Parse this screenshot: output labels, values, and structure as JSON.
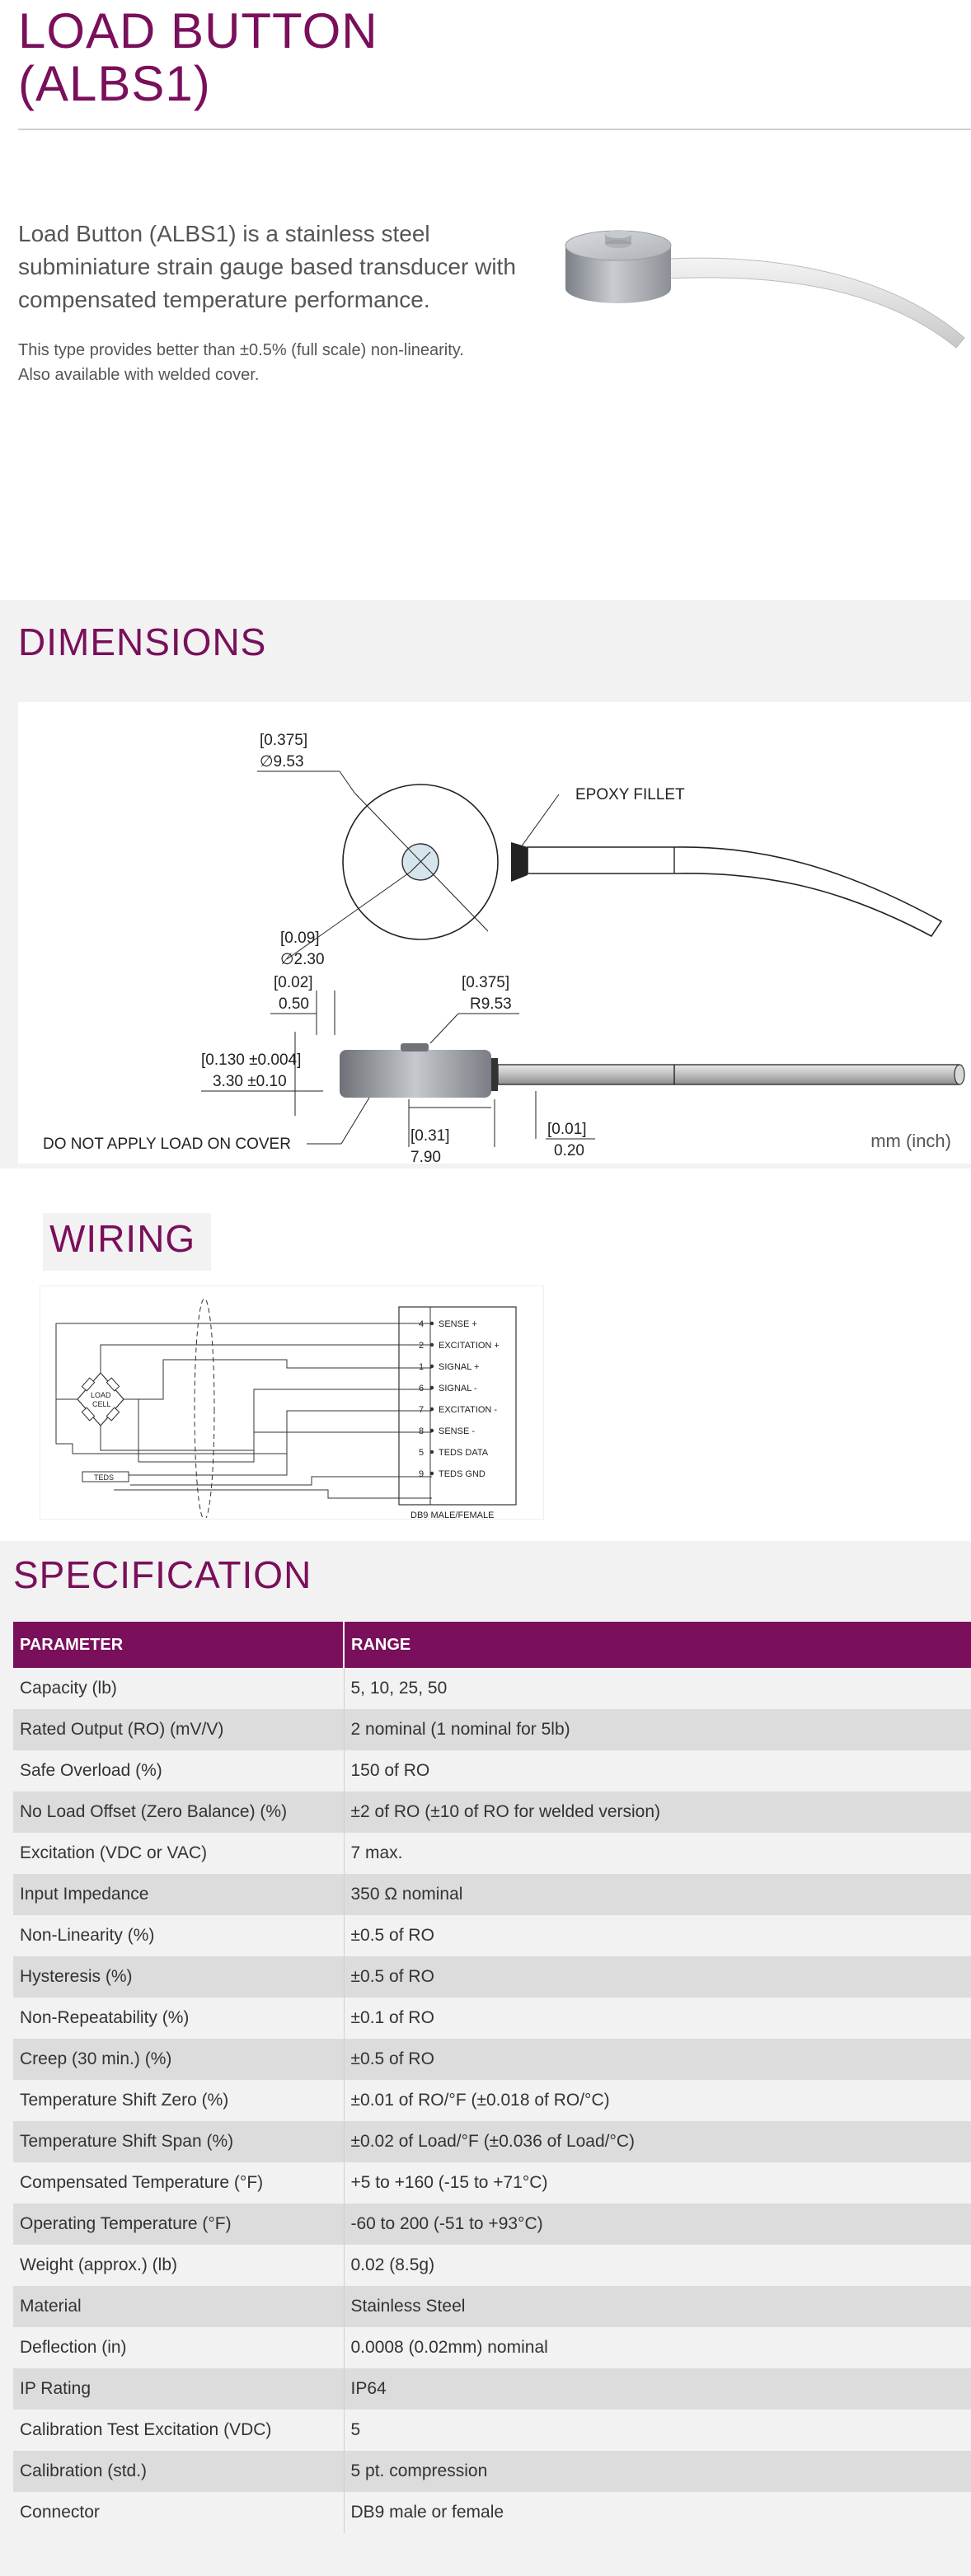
{
  "header": {
    "title_line1": "LOAD BUTTON",
    "title_line2": "(ALBS1)"
  },
  "intro": {
    "lead": "Load Button (ALBS1) is a stainless steel subminiature strain gauge based transducer with compensated temperature performance.",
    "detail_line1": "This type provides better than ±0.5% (full scale) non-linearity.",
    "detail_line2": "Also available with welded cover."
  },
  "dimensions": {
    "title": "DIMENSIONS",
    "units": "mm (inch)",
    "labels": {
      "outer_dia_in": "0.375",
      "outer_dia_mm": "∅9.53",
      "epoxy": "EPOXY FILLET",
      "button_dia_in": "0.09",
      "button_dia_mm": "∅2.30",
      "btn_h_in": "0.02",
      "btn_h_mm": "0.50",
      "radius_in": "0.375",
      "radius_mm": "R9.53",
      "height_in": "0.130 ±0.004",
      "height_mm": "3.30 ±0.10",
      "offset_in": "0.31",
      "offset_mm": "7.90",
      "cable_in": "0.01",
      "cable_mm": "0.20",
      "warning": "DO NOT APPLY LOAD ON COVER"
    }
  },
  "wiring": {
    "title": "WIRING",
    "cell_line1": "LOAD",
    "cell_line2": "CELL",
    "teds": "TEDS",
    "connector": "DB9 MALE/FEMALE",
    "pins": [
      {
        "num": "4",
        "label": "SENSE +"
      },
      {
        "num": "2",
        "label": "EXCITATION +"
      },
      {
        "num": "1",
        "label": "SIGNAL +"
      },
      {
        "num": "6",
        "label": "SIGNAL -"
      },
      {
        "num": "7",
        "label": "EXCITATION -"
      },
      {
        "num": "8",
        "label": "SENSE -"
      },
      {
        "num": "5",
        "label": "TEDS DATA"
      },
      {
        "num": "9",
        "label": "TEDS GND"
      }
    ]
  },
  "spec": {
    "title": "SPECIFICATION",
    "headers": [
      "PARAMETER",
      "RANGE"
    ],
    "rows": [
      [
        "Capacity (lb)",
        "5, 10, 25, 50"
      ],
      [
        "Rated Output (RO) (mV/V)",
        "2 nominal (1 nominal for 5lb)"
      ],
      [
        "Safe Overload (%)",
        "150 of RO"
      ],
      [
        "No Load Offset (Zero Balance) (%)",
        "±2 of RO (±10 of RO for welded version)"
      ],
      [
        "Excitation (VDC or VAC)",
        "7 max."
      ],
      [
        "Input Impedance",
        "350 Ω nominal"
      ],
      [
        "Non-Linearity (%)",
        "±0.5 of RO"
      ],
      [
        "Hysteresis (%)",
        "±0.5 of RO"
      ],
      [
        "Non-Repeatability (%)",
        "±0.1 of RO"
      ],
      [
        "Creep (30 min.) (%)",
        "±0.5 of RO"
      ],
      [
        "Temperature Shift Zero (%)",
        "±0.01 of RO/°F (±0.018 of RO/°C)"
      ],
      [
        "Temperature Shift Span (%)",
        "±0.02 of Load/°F (±0.036 of Load/°C)"
      ],
      [
        "Compensated Temperature (°F)",
        "+5 to +160 (-15 to +71°C)"
      ],
      [
        "Operating Temperature (°F)",
        "-60 to 200 (-51 to +93°C)"
      ],
      [
        "Weight (approx.) (lb)",
        "0.02 (8.5g)"
      ],
      [
        "Material",
        "Stainless Steel"
      ],
      [
        "Deflection (in)",
        "0.0008 (0.02mm) nominal"
      ],
      [
        "IP Rating",
        "IP64"
      ],
      [
        "Calibration Test Excitation (VDC)",
        "5"
      ],
      [
        "Calibration (std.)",
        "5 pt. compression"
      ],
      [
        "Connector",
        "DB9 male or female"
      ]
    ]
  }
}
